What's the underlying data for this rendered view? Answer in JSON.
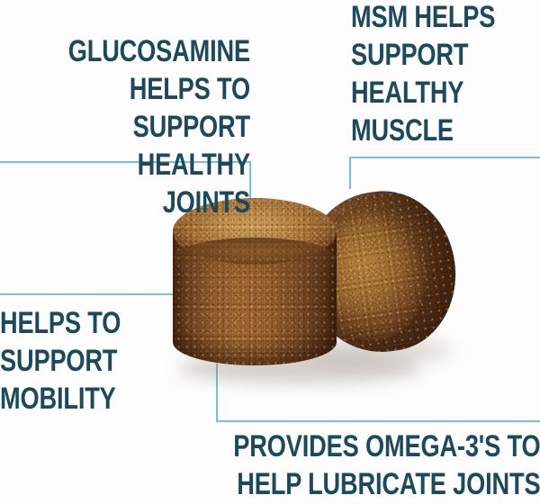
{
  "page": {
    "title": "Dog Supplement Chew Benefits Infographic",
    "background_color": "#fdfdfd",
    "text_color": "#1c4a5c",
    "line_color": "#79c2d6"
  },
  "callouts": [
    {
      "id": "glucosamine",
      "text": "GLUCOSAMINE\nHELPS TO SUPPORT\nHEALTHY JOINTS",
      "align": "right",
      "position": "top-left"
    },
    {
      "id": "msm",
      "text": "MSM HELPS\nSUPPORT\nHEALTHY\nMUSCLE",
      "align": "left",
      "position": "top-right"
    },
    {
      "id": "mobility",
      "text": "HELPS TO\nSUPPORT\nMOBILITY",
      "align": "left",
      "position": "middle-left"
    },
    {
      "id": "omega",
      "text": "PROVIDES OMEGA-3'S TO\nHELP LUBRICATE JOINTS",
      "align": "right",
      "position": "bottom-right"
    }
  ],
  "leader_lines": [
    {
      "id": "glucosamine-leader",
      "shape": "elbow-down-right"
    },
    {
      "id": "msm-leader",
      "shape": "elbow-down-left"
    },
    {
      "id": "mobility-leader",
      "shape": "horizontal"
    },
    {
      "id": "omega-leader",
      "shape": "elbow-right-down"
    }
  ],
  "product": {
    "name": "soft-chew-supplement-treats",
    "count": 2,
    "shape": "cylindrical-chew",
    "colors": {
      "top_surface": "#b98a4b",
      "side_surface": "#8d5b2d",
      "shadow": "#5b3719"
    }
  }
}
